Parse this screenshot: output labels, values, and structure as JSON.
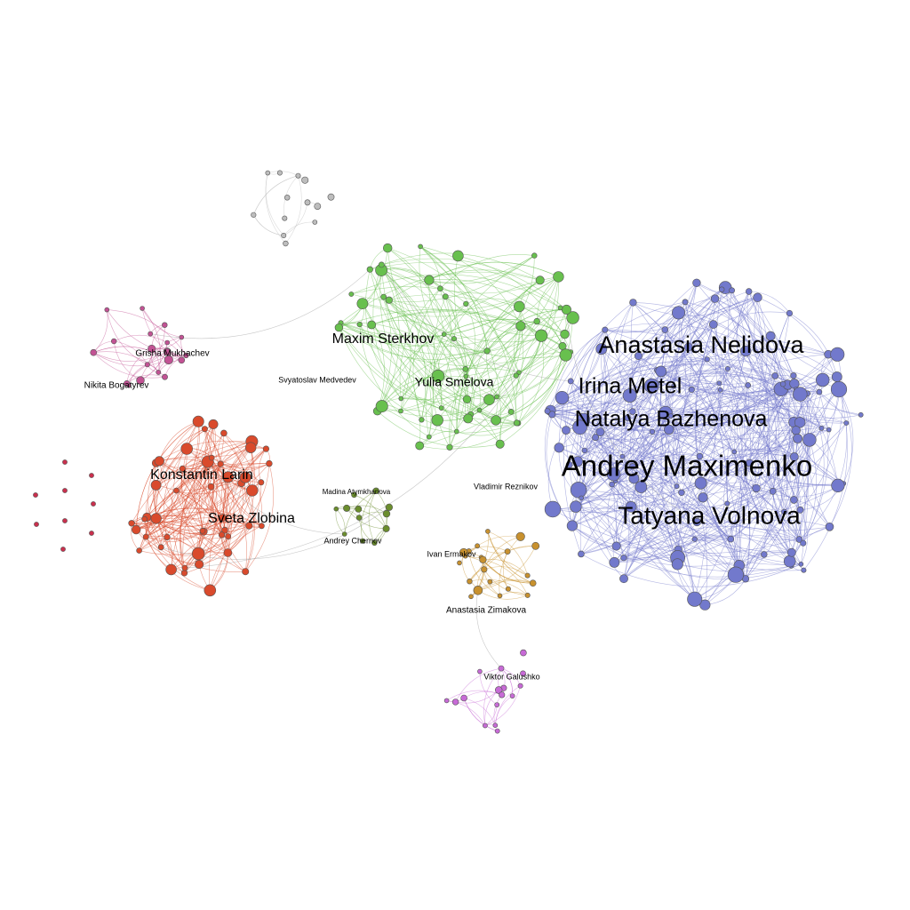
{
  "colors": {
    "blue": "#7279cc",
    "green": "#68c04e",
    "red": "#d94a2c",
    "pink": "#c25294",
    "olive": "#6b8e2d",
    "orange": "#c8912e",
    "violet": "#c76ad6",
    "gray": "#bdbdbd",
    "crimson": "#c9304d"
  },
  "labels": {
    "andrey_maximenko": "Andrey Maximenko",
    "anastasia_nelidova": "Anastasia Nelidova",
    "irina_metel": "Irina Metel",
    "natalya_bazhenova": "Natalya Bazhenova",
    "tatyana_volnova": "Tatyana Volnova",
    "maxim_sterkhov": "Maxim Sterkhov",
    "yulia_smelova": "Yulia Smelova",
    "svyatoslav_medvedev": "Svyatoslav Medvedev",
    "vladimir_reznikov": "Vladimir Reznikov",
    "grisha_mukhachev": "Grisha Mukhachev",
    "nikita_bogatyrev": "Nikita Bogatyrev",
    "konstantin_larin": "Konstantin Larin",
    "sveta_zlobina": "Sveta Zlobina",
    "madina_atymkhanova": "Madina Atymkhanova",
    "andrey_chernov": "Andrey Chernov",
    "ivan_ermakov": "Ivan Ermakov",
    "anastasia_zimakova": "Anastasia Zimakova",
    "viktor_galushko": "Viktor Galushko"
  }
}
